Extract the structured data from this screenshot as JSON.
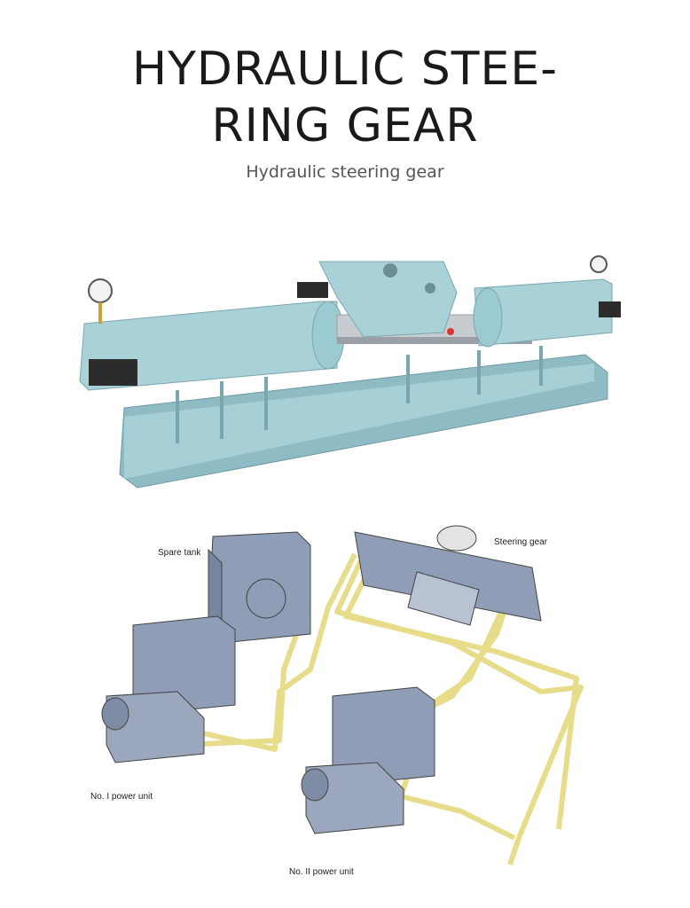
{
  "header": {
    "title_line1": "HYDRAULIC STEE-",
    "title_line2": "RING GEAR",
    "subtitle": "Hydraulic steering gear"
  },
  "diagram": {
    "labels": {
      "spare_tank": "Spare tank",
      "steering_gear": "Steering gear",
      "power_unit_1": "No. I power unit",
      "power_unit_2": "No. II power unit"
    }
  },
  "colors": {
    "machine": "#a9d2d8",
    "pipe": "#e6dc8a",
    "unit": "#8f9db6"
  }
}
